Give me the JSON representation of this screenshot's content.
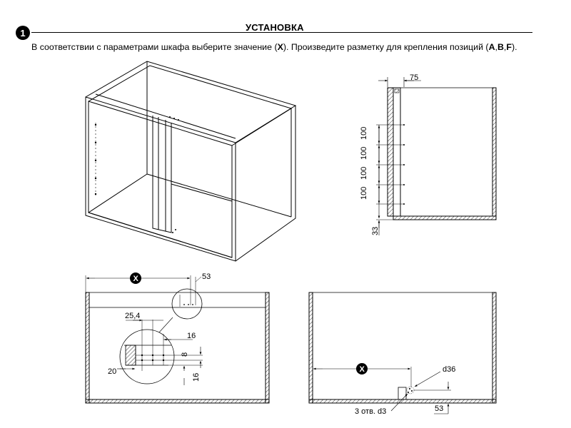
{
  "header": {
    "step_number": "1",
    "title": "УСТАНОВКА",
    "instruction": {
      "part1": "В соответствии с параметрами шкафа выберите значение (",
      "x": "X",
      "part2": "). Произведите разметку для крепления позиций (",
      "a": "A",
      "sep1": ",",
      "b": "B",
      "sep2": ",",
      "f": "F",
      "part3": ")."
    }
  },
  "side_view": {
    "dim_top": "75",
    "dim_spacings": [
      "100",
      "100",
      "100",
      "100"
    ],
    "dim_bottom": "33"
  },
  "front_view": {
    "marker_x": "X",
    "dim_53": "53",
    "detail": {
      "dim_25_4": "25,4",
      "dim_16_top": "16",
      "dim_8": "8",
      "dim_20": "20",
      "dim_16_bottom": "16"
    }
  },
  "back_view": {
    "marker_x": "X",
    "dim_d36": "d36",
    "holes_label": "3 отв. d3",
    "dim_53": "53"
  },
  "colors": {
    "ink": "#000000",
    "paper": "#ffffff"
  }
}
